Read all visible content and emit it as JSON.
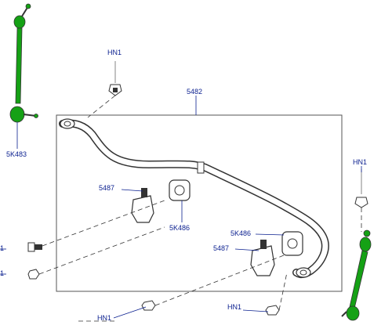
{
  "labels": {
    "hn1_top": "HN1",
    "bar_5482": "5482",
    "link_left": "5K483",
    "hn1_right": "HN1",
    "bracket_upper": "5487",
    "bush_upper": "5K486",
    "bush_lower": "5K486",
    "bracket_lower": "5487",
    "hn1_bottom_left": "HN1",
    "hn1_bottom_mid": "HN1",
    "edge_marker_1": "1",
    "edge_marker_2": "1"
  },
  "colors": {
    "link_green": "#15a115",
    "callout_blue": "#0a1f8f",
    "outline": "#333333"
  }
}
